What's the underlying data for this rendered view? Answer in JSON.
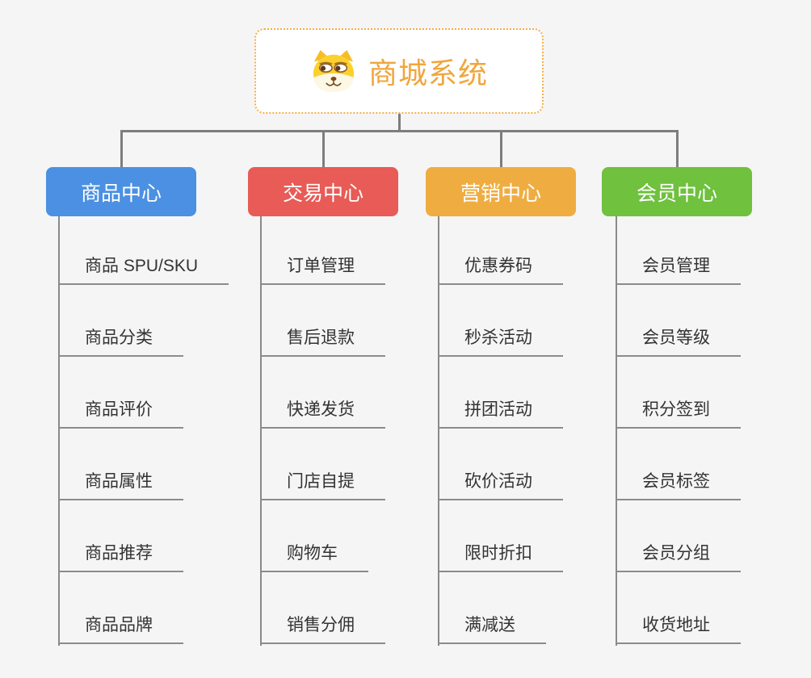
{
  "root": {
    "title": "商城系统",
    "icon": "doge-icon",
    "title_color": "#f0a63c",
    "border_color": "#f5ad43"
  },
  "connector_color": "#7d7d7d",
  "leaf_line_color": "#8b8b8b",
  "leaf_text_color": "#333333",
  "background_color": "#f5f5f5",
  "branches": [
    {
      "label": "商品中心",
      "color": "#4b90e2",
      "items": [
        "商品 SPU/SKU",
        "商品分类",
        "商品评价",
        "商品属性",
        "商品推荐",
        "商品品牌"
      ]
    },
    {
      "label": "交易中心",
      "color": "#e85b56",
      "items": [
        "订单管理",
        "售后退款",
        "快递发货",
        "门店自提",
        "购物车",
        "销售分佣"
      ]
    },
    {
      "label": "营销中心",
      "color": "#efad41",
      "items": [
        "优惠券码",
        "秒杀活动",
        "拼团活动",
        "砍价活动",
        "限时折扣",
        "满减送"
      ]
    },
    {
      "label": "会员中心",
      "color": "#6fc13e",
      "items": [
        "会员管理",
        "会员等级",
        "积分签到",
        "会员标签",
        "会员分组",
        "收货地址"
      ]
    }
  ]
}
